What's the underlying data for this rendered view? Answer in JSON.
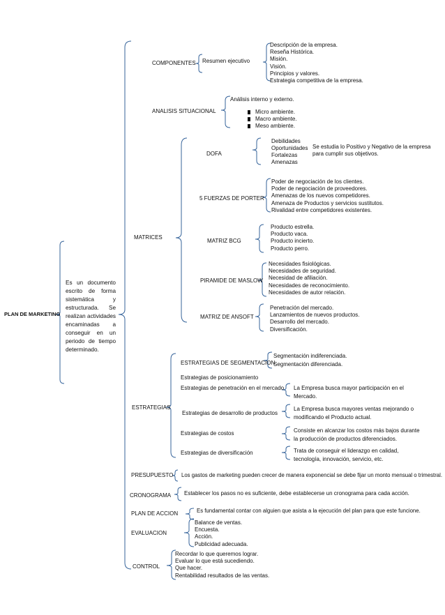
{
  "root": {
    "title": "PLAN DE MARKETING",
    "description": "Es un documento escrito de forma sistemática y estructurada. Se realizan actividades encaminadas a conseguir en un periodo de tiempo determinado."
  },
  "componentes": {
    "label": "COMPONENTES",
    "resumen_label": "Resumen ejecutivo",
    "items": [
      "Descripción de la empresa.",
      "Reseña Histórica.",
      "Misión.",
      "Visión.",
      "Principios y valores.",
      "Estrategia competitiva de la empresa."
    ]
  },
  "analisis": {
    "label": "ANALISIS SITUACIONAL",
    "intro": "Análisis interno y externo.",
    "items": [
      "Micro ambiente.",
      "Macro ambiente.",
      "Meso ambiente."
    ]
  },
  "matrices": {
    "label": "MATRICES",
    "dofa": {
      "label": "DOFA",
      "items": [
        "Debilidades",
        "Oportunidades",
        "Fortalezas",
        "Amenazas"
      ],
      "note": [
        "Se estudia lo Positivo y Negativo de la empresa",
        "para cumplir sus objetivos."
      ]
    },
    "porter": {
      "label": "5 FUERZAS DE PORTER",
      "items": [
        "Poder de negociación de los clientes.",
        "Poder de negociación de proveedores.",
        "Amenazas de los nuevos competidores.",
        "Amenaza de Productos y servicios sustitutos.",
        "Rivalidad entre competidores existentes."
      ]
    },
    "bcg": {
      "label": "MATRIZ BCG",
      "items": [
        "Producto estrella.",
        "Producto vaca.",
        "Producto incierto.",
        "Producto perro."
      ]
    },
    "maslow": {
      "label": "PIRAMIDE DE MASLOW",
      "items": [
        "Necesidades fisiológicas.",
        "Necesidades de seguridad.",
        "Necesidad de afiliación.",
        "Necesidades de reconocimiento.",
        "Necesidades de autor relación."
      ]
    },
    "ansoff": {
      "label": "MATRIZ DE ANSOFT",
      "items": [
        "Penetración del mercado.",
        "Lanzamientos de nuevos productos.",
        "Desarrollo del mercado.",
        "Diversificación."
      ]
    }
  },
  "estrategias": {
    "label": "ESTRATEGIAS",
    "segmentacion": {
      "label": "ESTRATEGIAS DE SEGMENTACION",
      "items": [
        "Segmentación indiferenciada.",
        "Segmentación diferenciada."
      ]
    },
    "posicionamiento": "Estrategias de posicionamiento",
    "penetracion": {
      "label": "Estrategias de penetración en el mercado",
      "note": [
        "La Empresa busca mayor participación en el",
        "Mercado."
      ]
    },
    "desarrollo": {
      "label": "Estrategias de desarrollo de productos",
      "note": [
        "La Empresa busca mayores ventas mejorando o",
        "modificando el Producto actual."
      ]
    },
    "costos": {
      "label": "Estrategias de costos",
      "note": [
        "Consiste en alcanzar los costos más bajos durante",
        "la producción de productos diferenciados."
      ]
    },
    "diversificacion": {
      "label": "Estrategias de diversificación",
      "note": [
        "Trata de conseguir el liderazgo en calidad,",
        "tecnología,    innovación, servicio, etc."
      ]
    }
  },
  "presupuesto": {
    "label": "PRESUPUESTO",
    "text": "Los gastos de marketing pueden crecer de manera exponencial se debe fijar un monto mensual o trimestral."
  },
  "cronograma": {
    "label": "CRONOGRAMA",
    "text": "Establecer los pasos no es suficiente, debe establecerse un cronograma  para cada acción."
  },
  "plan_accion": {
    "label": "PLAN DE ACCION",
    "text": "Es fundamental contar con alguien que asista a la ejecución del plan para que este  funcione."
  },
  "evaluacion": {
    "label": "EVALUACION",
    "items": [
      "Balance de ventas.",
      "Encuesta.",
      "Acción.",
      "Publicidad adecuada."
    ]
  },
  "control": {
    "label": "CONTROL",
    "items": [
      "Recordar lo que queremos lograr.",
      "Evaluar lo que está sucediendo.",
      "Que hacer.",
      "Rentabilidad resultados de las ventas."
    ]
  },
  "colors": {
    "bracket": "#35639a",
    "text": "#111111"
  }
}
